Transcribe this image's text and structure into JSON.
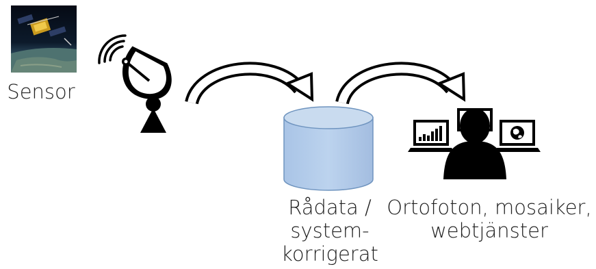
{
  "sensor": {
    "label": "Sensor"
  },
  "raw_data": {
    "label_lines": [
      "Rådata /",
      "system-",
      "korrigerat"
    ]
  },
  "products": {
    "label_lines": [
      "Ortofoton, mosaiker,",
      "webtjänster"
    ]
  },
  "colors": {
    "cylinder_fill": "#b3cbe8",
    "cylinder_top": "#c9dbef",
    "cylinder_stroke": "#6f94bf",
    "ink": "#000000"
  }
}
